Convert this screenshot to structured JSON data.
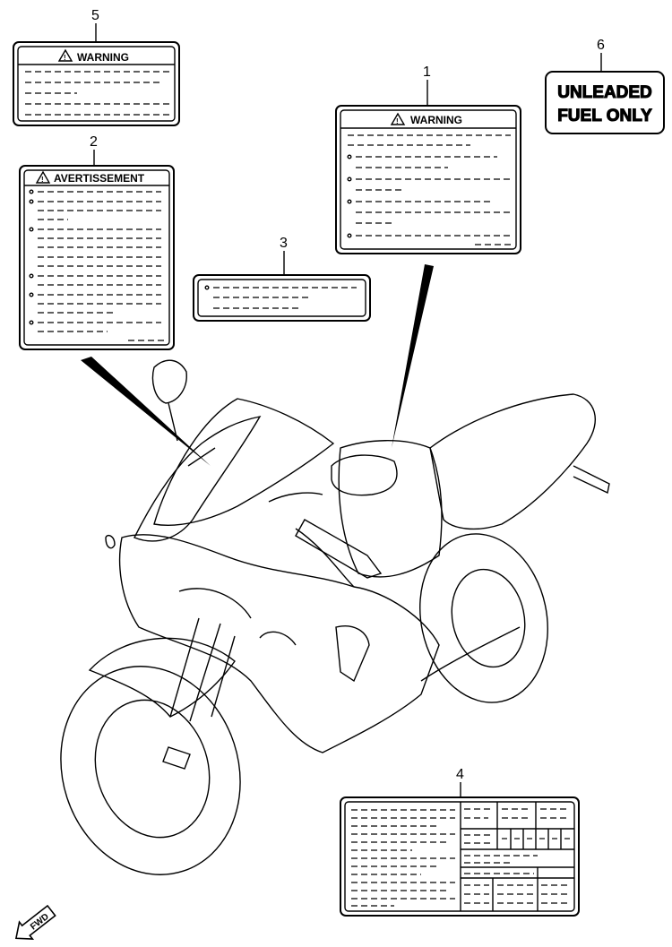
{
  "callouts": {
    "c1": "1",
    "c2": "2",
    "c3": "3",
    "c4": "4",
    "c5": "5",
    "c6": "6"
  },
  "labels": {
    "warning_1": "WARNING",
    "avertissement_2": "AVERTISSEMENT",
    "warning_5": "WARNING",
    "fuel_line1": "UNLEADED",
    "fuel_line2": "FUEL ONLY"
  },
  "fwd_arrow": "FWD",
  "icons": {
    "warning_triangle": "warning-triangle-icon",
    "fwd_arrow": "fwd-arrow-icon"
  }
}
